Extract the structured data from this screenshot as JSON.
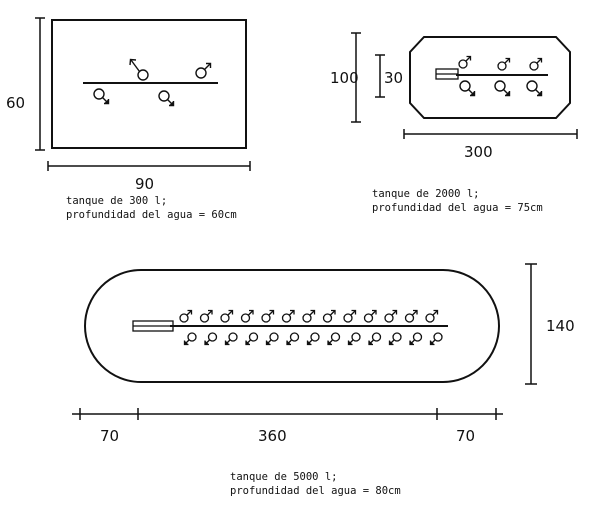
{
  "tank_small": {
    "dim_height": "60",
    "dim_width": "90",
    "caption_line1": "tanque de 300 l;",
    "caption_line2": "profundidad del agua = 60cm"
  },
  "tank_medium": {
    "dim_height": "100",
    "dim_inner": "30",
    "dim_width": "300",
    "caption_line1": "tanque de 2000 l;",
    "caption_line2": "profundidad del agua = 75cm"
  },
  "tank_large": {
    "dim_height": "140",
    "dim_left": "70",
    "dim_center": "360",
    "dim_right": "70",
    "caption_line1": "tanque de 5000 l;",
    "caption_line2": "profundidad del agua = 80cm"
  },
  "symbols": {
    "male": "male-symbol-icon",
    "female": "female-symbol-icon"
  },
  "colors": {
    "ink": "#111111",
    "paper": "#ffffff"
  }
}
